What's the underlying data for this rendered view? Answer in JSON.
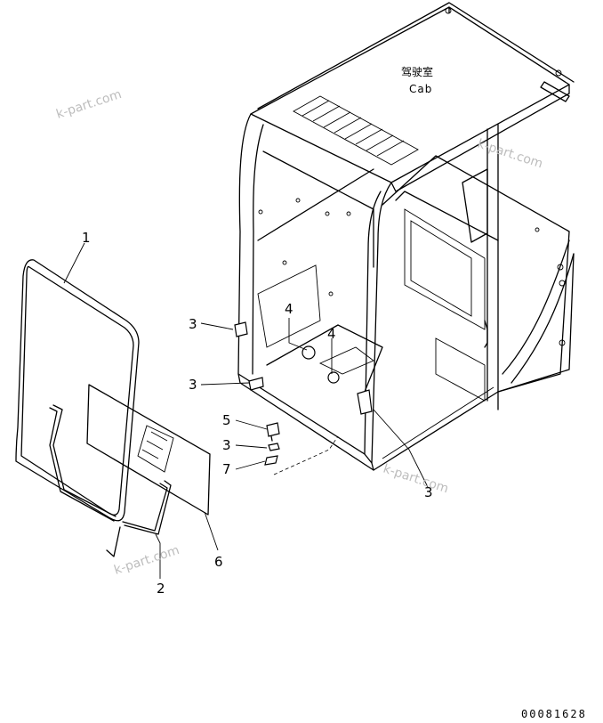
{
  "title": {
    "chinese": "驾驶室",
    "english": "Cab"
  },
  "callouts": {
    "c1": "1",
    "c2": "2",
    "c3a": "3",
    "c3b": "3",
    "c3c": "3",
    "c3d": "3",
    "c4a": "4",
    "c4b": "4",
    "c5": "5",
    "c6": "6",
    "c7": "7"
  },
  "watermarks": {
    "w1": "k-part.com",
    "w2": "k-part.com",
    "w3": "k-part.com",
    "w4": "k-part.com"
  },
  "drawing_code": "00081628"
}
